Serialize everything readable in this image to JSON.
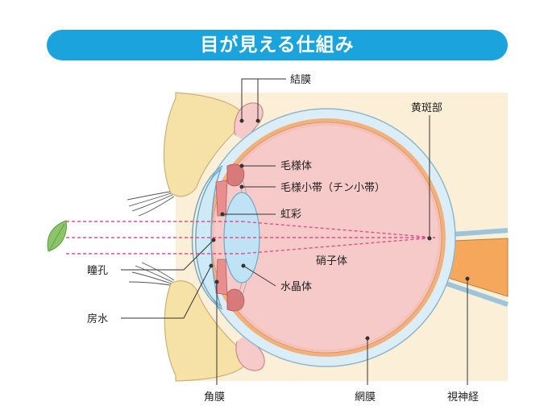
{
  "title": "目が見える仕組み",
  "labels": {
    "conjunctiva": "結膜",
    "macula": "黄斑部",
    "ciliary_body": "毛様体",
    "zonule": "毛様小帯（チン小帯）",
    "iris": "虹彩",
    "vitreous": "硝子体",
    "lens": "水晶体",
    "pupil": "瞳孔",
    "aqueous": "房水",
    "cornea": "角膜",
    "retina": "網膜",
    "optic_nerve": "視神経"
  },
  "colors": {
    "title_bar": "#1aa3dd",
    "background_panel": "#fbefd8",
    "eyelid": "#f6e2a6",
    "sclera": "#dbeef8",
    "retina_band": "#f2b07a",
    "vitreous": "#f7caca",
    "lens": "#bfe3f5",
    "optic_nerve": "#f5a85c",
    "light_ray": "#e0508a",
    "leaf": "#8cc46a"
  }
}
